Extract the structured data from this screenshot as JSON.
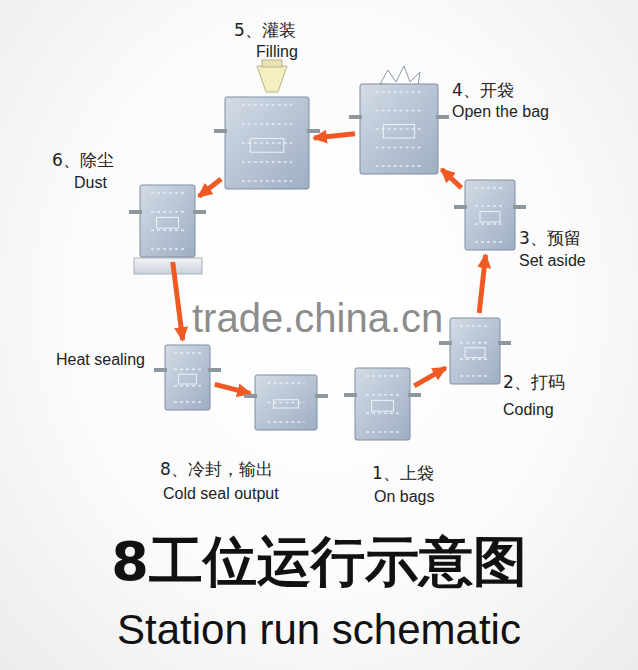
{
  "diagram": {
    "title": "8工位运行示意图",
    "caption": "Station run schematic",
    "nodes": [
      {
        "text": [
          "1、上袋",
          "On bags"
        ]
      },
      {
        "text": [
          "2、打码",
          "Coding"
        ]
      },
      {
        "text": [
          "3、预留",
          "Set aside"
        ]
      },
      {
        "text": [
          "4、开袋",
          "Open the bag"
        ]
      },
      {
        "text": [
          "5、灌装",
          "Filling"
        ]
      },
      {
        "text": [
          "6、除尘",
          "Dust"
        ]
      },
      {
        "text": [
          "Heat sealing"
        ]
      },
      {
        "text": [
          "8、冷封，输出",
          "Cold seal output"
        ]
      }
    ],
    "edges": [
      {
        "from": 0,
        "to": 1,
        "arrow": "to"
      },
      {
        "from": 1,
        "to": 2,
        "arrow": "to"
      },
      {
        "from": 2,
        "to": 3,
        "arrow": "to"
      },
      {
        "from": 3,
        "to": 4,
        "arrow": "to"
      },
      {
        "from": 4,
        "to": 5,
        "arrow": "to"
      },
      {
        "from": 5,
        "to": 6,
        "arrow": "to"
      },
      {
        "from": 6,
        "to": 7,
        "arrow": "to"
      }
    ],
    "labels": [
      "trade.china.cn"
    ]
  }
}
